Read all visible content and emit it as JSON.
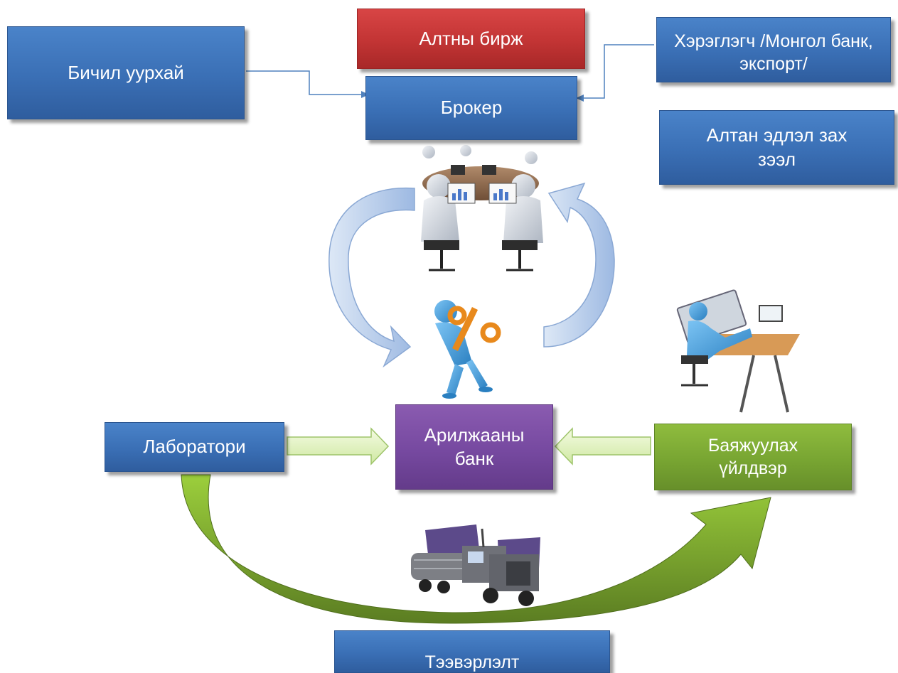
{
  "boxes": {
    "small_mine": "Бичил уурхай",
    "gold_exchange": "Алтны бирж",
    "consumer": "Хэрэглэгч /Монгол банк, экспорт/",
    "broker": "Брокер",
    "gold_products": "Алтан эдлэл зах зээл",
    "laboratory": "Лаборатори",
    "commercial_bank": "Арилжааны банк",
    "refinery": "Баяжуулах үйлдвэр",
    "transport": "Тээвэрлэлт"
  },
  "colors": {
    "blue_box": "#3a6fb5",
    "red_box": "#c23434",
    "purple_box": "#7649a0",
    "green_box": "#78a532",
    "curved_arrow_blue": "#a9c3e8",
    "curved_arrow_green": "#7fa634",
    "connector_line": "#4f81bd"
  },
  "illustrations": [
    "business-meeting-figures",
    "person-holding-percent-sign",
    "person-at-desk-with-computer",
    "logging-truck"
  ]
}
